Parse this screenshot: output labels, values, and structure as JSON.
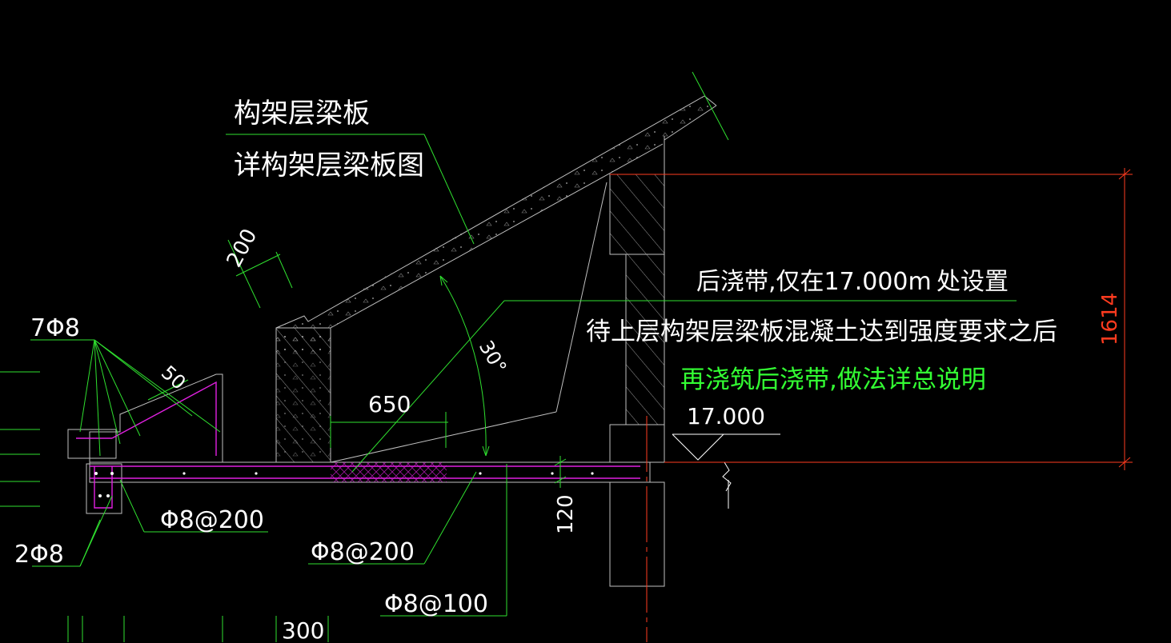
{
  "labels": {
    "frame_slab_title": "构架层梁板",
    "frame_slab_ref": "详构架层梁板图",
    "post_pour_band": "后浇带,仅在17.000m",
    "post_pour_location": "处设置",
    "wait_note": "待上层构架层梁板混凝土达到强度要求之后",
    "pour_note": "再浇筑后浇带,做法详总说明",
    "elevation": "17.000",
    "dim_200": "200",
    "dim_50": "50",
    "dim_650": "650",
    "dim_120": "120",
    "dim_300": "300",
    "dim_1614": "1614",
    "angle_30": "30°",
    "rebar_7phi8": "7Φ8",
    "rebar_2phi8": "2Φ8",
    "rebar_phi8_200_a": "Φ8@200",
    "rebar_phi8_200_b": "Φ8@200",
    "rebar_phi8_100": "Φ8@100"
  },
  "colors": {
    "background": "#000000",
    "outline": "#ffffff",
    "leader": "#2fe02f",
    "green_text": "#33ff33",
    "rebar": "#e020e0",
    "dimension_red": "#ff3b1f"
  }
}
